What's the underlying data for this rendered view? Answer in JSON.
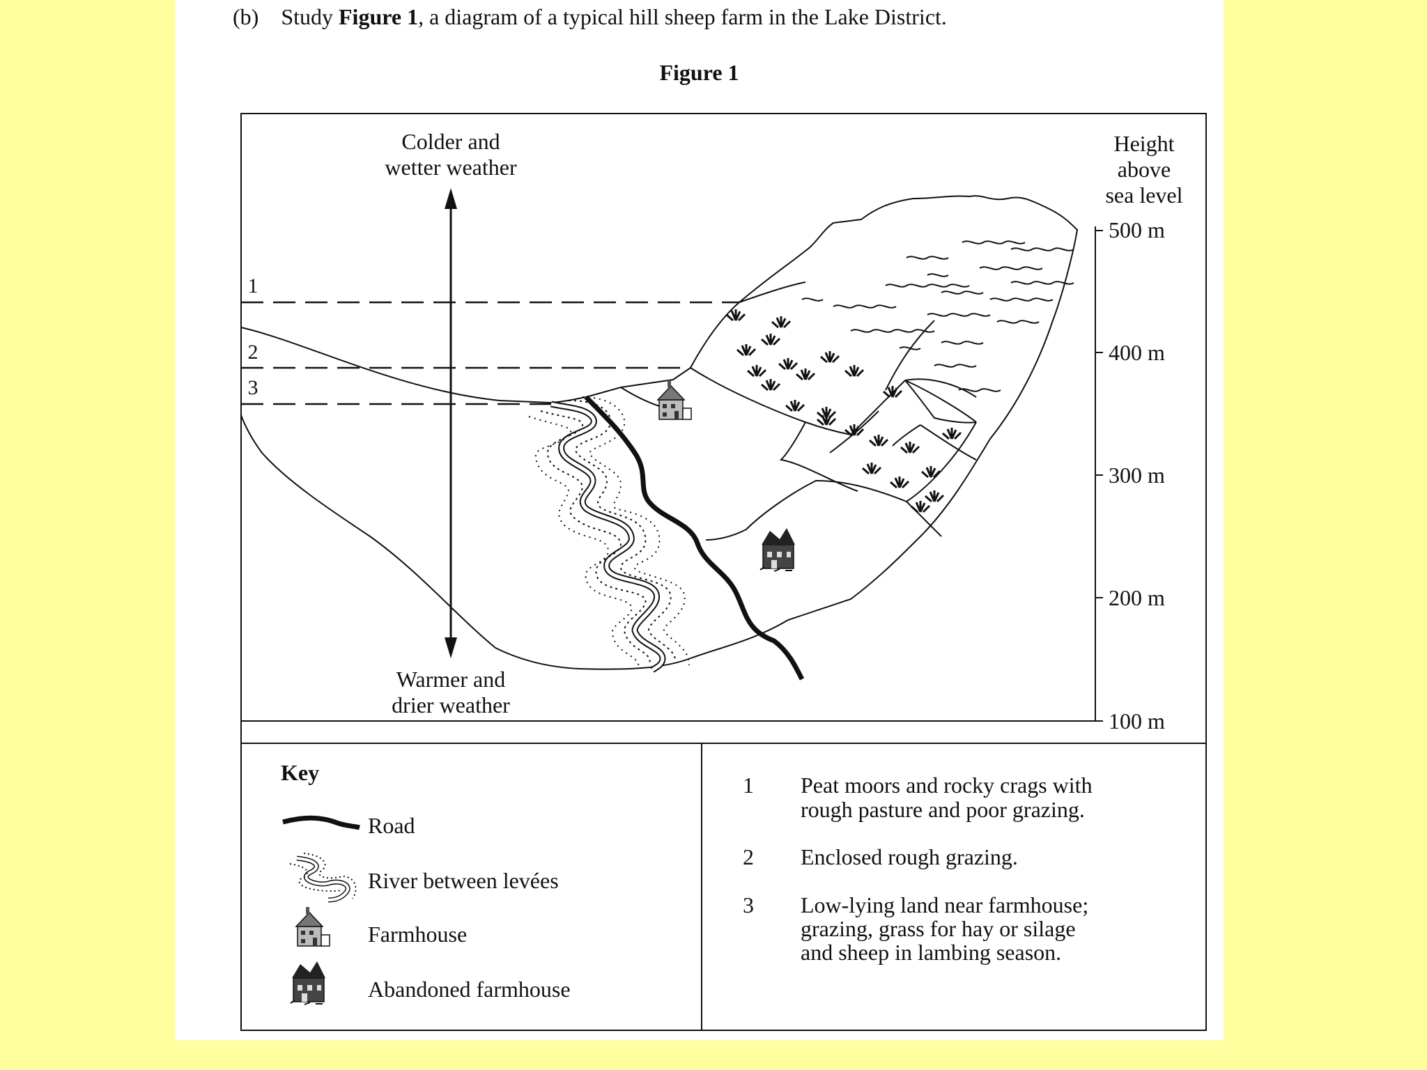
{
  "question": {
    "part": "(b)",
    "text_before": "Study ",
    "figure_ref": "Figure 1",
    "text_after": ", a diagram of a typical hill sheep farm in the Lake District."
  },
  "figure_title": "Figure 1",
  "weather": {
    "top": [
      "Colder and",
      "wetter weather"
    ],
    "bottom": [
      "Warmer and",
      "drier weather"
    ]
  },
  "height_axis": {
    "title": [
      "Height",
      "above",
      "sea level"
    ],
    "ticks": [
      "500 m",
      "400 m",
      "300 m",
      "200 m",
      "100 m"
    ]
  },
  "zone_markers": [
    "1",
    "2",
    "3"
  ],
  "key": {
    "title": "Key",
    "items": [
      {
        "icon": "road-line-icon",
        "label": "Road"
      },
      {
        "icon": "river-levees-icon",
        "label": "River between levées"
      },
      {
        "icon": "farmhouse-icon",
        "label": "Farmhouse"
      },
      {
        "icon": "abandoned-farmhouse-icon",
        "label": "Abandoned farmhouse"
      }
    ]
  },
  "zones": [
    {
      "number": "1",
      "lines": [
        "Peat moors and rocky crags with",
        "rough pasture and poor grazing."
      ]
    },
    {
      "number": "2",
      "lines": [
        "Enclosed rough grazing."
      ]
    },
    {
      "number": "3",
      "lines": [
        "Low-lying land near farmhouse;",
        "grazing, grass for hay or silage",
        "and sheep in lambing season."
      ]
    }
  ],
  "colors": {
    "background": "#ffff9f",
    "paper": "#ffffff",
    "ink": "#111111"
  }
}
